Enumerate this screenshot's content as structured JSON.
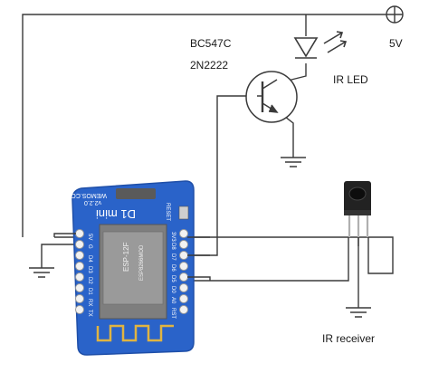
{
  "labels": {
    "transistor_line1": "BC547C",
    "transistor_line2": "2N2222",
    "supply": "5V",
    "ir_led": "IR LED",
    "ir_receiver": "IR receiver"
  },
  "board": {
    "name": "D1 mini",
    "vendor": "WEMOS.CC",
    "version": "v2.2.0",
    "reset_label": "RESET",
    "module_name": "ESP-12F",
    "module_line1": "ESP8266MOD",
    "left_pins": [
      "5V",
      "G",
      "D4",
      "D3",
      "D2",
      "D1",
      "RX",
      "TX"
    ],
    "right_pins": [
      "3V3",
      "D8",
      "D7",
      "D6",
      "D5",
      "D0",
      "A0",
      "RST"
    ]
  },
  "colors": {
    "wire": "#3a3a3a",
    "board": "#2a63c9",
    "board_dark": "#1f4fa8",
    "module": "#7e7e7e",
    "pad": "#f2f2f2",
    "antenna": "#e0b441"
  }
}
